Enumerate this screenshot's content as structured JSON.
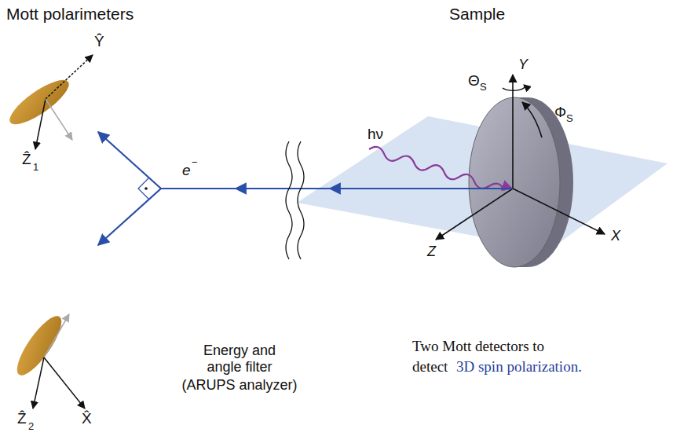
{
  "diagram": {
    "labels": [
      "Mott polarimeters",
      "Sample",
      "Θ",
      "S",
      "Φ",
      "S",
      "Y",
      "X",
      "Z",
      "hν",
      "e",
      "−",
      "Energy and angle filter",
      "(ARUPS analyzer)",
      "Two Mott detectors to",
      "detect",
      "3D spin polarization.",
      "Ŷ",
      "Ẑ",
      "1",
      "Ẑ",
      "2",
      "X̂"
    ]
  }
}
